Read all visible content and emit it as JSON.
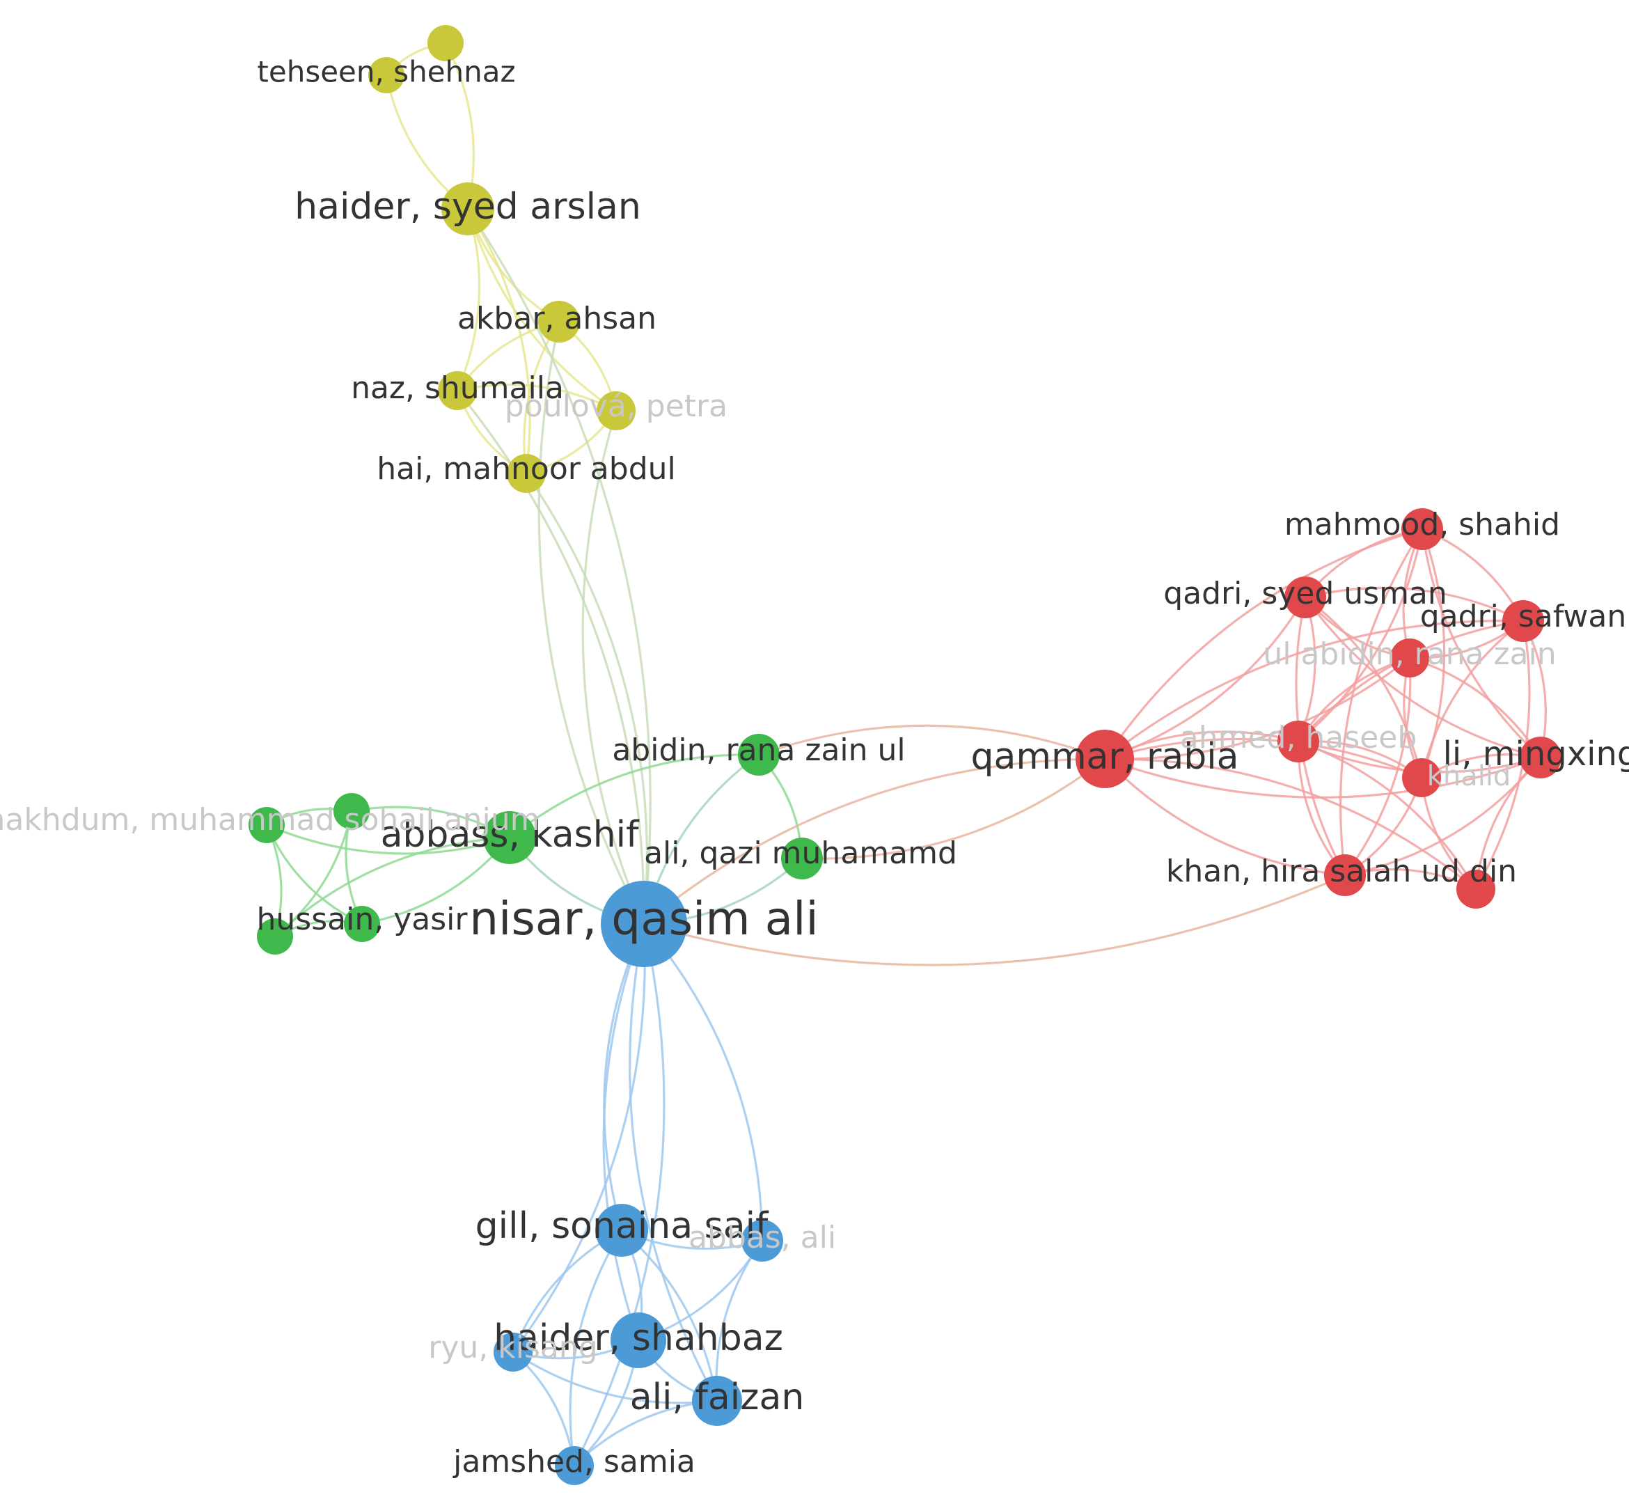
{
  "diagram": {
    "type": "co-authorship network",
    "colors": {
      "yellow": "#c8c83a",
      "green": "#3fb84c",
      "blue": "#4d9bd6",
      "red": "#e0484c",
      "yellow_edge": "#e6e68f",
      "green_edge": "#8fd994",
      "blue_edge": "#9fc8ee",
      "red_edge": "#f2a0a0",
      "label": "#333333",
      "label_faint": "#c8c8c8"
    },
    "nodes": [
      {
        "id": "tehseen",
        "label": "tehseen, shehnaz",
        "cluster": "yellow"
      },
      {
        "id": "y_top",
        "label": "",
        "cluster": "yellow"
      },
      {
        "id": "haider_sa",
        "label": "haider, syed arslan",
        "cluster": "yellow"
      },
      {
        "id": "akbar",
        "label": "akbar, ahsan",
        "cluster": "yellow"
      },
      {
        "id": "naz",
        "label": "naz, shumaila",
        "cluster": "yellow"
      },
      {
        "id": "poulova",
        "label": "poulová, petra",
        "cluster": "yellow",
        "faint": true
      },
      {
        "id": "hai",
        "label": "hai, mahnoor abdul",
        "cluster": "yellow"
      },
      {
        "id": "abidin",
        "label": "abidin, rana zain ul",
        "cluster": "green"
      },
      {
        "id": "abbass",
        "label": "abbass, kashif",
        "cluster": "green"
      },
      {
        "id": "ali_qazi",
        "label": "ali, qazi muhamamd",
        "cluster": "green"
      },
      {
        "id": "makhdum",
        "label": "makhdum, muhammad sohail anjum",
        "cluster": "green",
        "faint": true
      },
      {
        "id": "g_mid",
        "label": "",
        "cluster": "green"
      },
      {
        "id": "hussain",
        "label": "hussain, yasir",
        "cluster": "green"
      },
      {
        "id": "g_low",
        "label": "",
        "cluster": "green"
      },
      {
        "id": "nisar",
        "label": "nisar, qasim ali",
        "cluster": "blue"
      },
      {
        "id": "gill",
        "label": "gill, sonaina saif",
        "cluster": "blue"
      },
      {
        "id": "abbas_ali",
        "label": "abbas, ali",
        "cluster": "blue",
        "faint": true
      },
      {
        "id": "haider_sh",
        "label": "haider, shahbaz",
        "cluster": "blue"
      },
      {
        "id": "ryu",
        "label": "ryu, kisang",
        "cluster": "blue",
        "faint": true
      },
      {
        "id": "ali_faizan",
        "label": "ali, faizan",
        "cluster": "blue"
      },
      {
        "id": "jamshed",
        "label": "jamshed, samia",
        "cluster": "blue"
      },
      {
        "id": "qammar",
        "label": "qammar, rabia",
        "cluster": "red"
      },
      {
        "id": "mahmood",
        "label": "mahmood, shahid",
        "cluster": "red"
      },
      {
        "id": "qadri_su",
        "label": "qadri, syed usman",
        "cluster": "red"
      },
      {
        "id": "qadri_sf",
        "label": "qadri, safwan",
        "cluster": "red"
      },
      {
        "id": "ul_abidin",
        "label": "ul abidin, rana zain",
        "cluster": "red",
        "faint": true
      },
      {
        "id": "ahmed",
        "label": "ahmed, haseeb",
        "cluster": "red",
        "faint": true
      },
      {
        "id": "li",
        "label": "li, mingxing",
        "cluster": "red"
      },
      {
        "id": "r_mid",
        "label": "khalid",
        "cluster": "red",
        "faint": true
      },
      {
        "id": "khan",
        "label": "khan, hira salah ud din",
        "cluster": "red"
      },
      {
        "id": "r_low",
        "label": "",
        "cluster": "red"
      }
    ],
    "edges": [
      [
        "tehseen",
        "y_top"
      ],
      [
        "tehseen",
        "haider_sa"
      ],
      [
        "y_top",
        "haider_sa"
      ],
      [
        "haider_sa",
        "akbar"
      ],
      [
        "haider_sa",
        "naz"
      ],
      [
        "haider_sa",
        "poulova"
      ],
      [
        "haider_sa",
        "hai"
      ],
      [
        "akbar",
        "naz"
      ],
      [
        "akbar",
        "poulova"
      ],
      [
        "akbar",
        "hai"
      ],
      [
        "naz",
        "poulova"
      ],
      [
        "naz",
        "hai"
      ],
      [
        "poulova",
        "hai"
      ],
      [
        "nisar",
        "haider_sa"
      ],
      [
        "nisar",
        "akbar"
      ],
      [
        "nisar",
        "naz"
      ],
      [
        "nisar",
        "poulova"
      ],
      [
        "nisar",
        "hai"
      ],
      [
        "abbass",
        "makhdum"
      ],
      [
        "abbass",
        "g_mid"
      ],
      [
        "abbass",
        "hussain"
      ],
      [
        "abbass",
        "g_low"
      ],
      [
        "makhdum",
        "g_mid"
      ],
      [
        "makhdum",
        "hussain"
      ],
      [
        "makhdum",
        "g_low"
      ],
      [
        "g_mid",
        "hussain"
      ],
      [
        "g_mid",
        "g_low"
      ],
      [
        "hussain",
        "g_low"
      ],
      [
        "abbass",
        "abidin"
      ],
      [
        "abbass",
        "nisar"
      ],
      [
        "abidin",
        "ali_qazi"
      ],
      [
        "abidin",
        "nisar"
      ],
      [
        "ali_qazi",
        "nisar"
      ],
      [
        "nisar",
        "gill"
      ],
      [
        "nisar",
        "abbas_ali"
      ],
      [
        "nisar",
        "haider_sh"
      ],
      [
        "nisar",
        "ryu"
      ],
      [
        "nisar",
        "ali_faizan"
      ],
      [
        "nisar",
        "jamshed"
      ],
      [
        "gill",
        "abbas_ali"
      ],
      [
        "gill",
        "haider_sh"
      ],
      [
        "gill",
        "ryu"
      ],
      [
        "gill",
        "ali_faizan"
      ],
      [
        "gill",
        "jamshed"
      ],
      [
        "abbas_ali",
        "haider_sh"
      ],
      [
        "abbas_ali",
        "ali_faizan"
      ],
      [
        "haider_sh",
        "ryu"
      ],
      [
        "haider_sh",
        "ali_faizan"
      ],
      [
        "haider_sh",
        "jamshed"
      ],
      [
        "ryu",
        "ali_faizan"
      ],
      [
        "ryu",
        "jamshed"
      ],
      [
        "ali_faizan",
        "jamshed"
      ],
      [
        "nisar",
        "qammar"
      ],
      [
        "nisar",
        "khan"
      ],
      [
        "abidin",
        "qammar"
      ],
      [
        "ali_qazi",
        "qammar"
      ],
      [
        "qammar",
        "mahmood"
      ],
      [
        "qammar",
        "qadri_su"
      ],
      [
        "qammar",
        "qadri_sf"
      ],
      [
        "qammar",
        "ul_abidin"
      ],
      [
        "qammar",
        "ahmed"
      ],
      [
        "qammar",
        "li"
      ],
      [
        "qammar",
        "r_mid"
      ],
      [
        "qammar",
        "khan"
      ],
      [
        "qammar",
        "r_low"
      ],
      [
        "mahmood",
        "qadri_su"
      ],
      [
        "mahmood",
        "qadri_sf"
      ],
      [
        "mahmood",
        "ul_abidin"
      ],
      [
        "mahmood",
        "ahmed"
      ],
      [
        "mahmood",
        "li"
      ],
      [
        "mahmood",
        "r_mid"
      ],
      [
        "mahmood",
        "khan"
      ],
      [
        "qadri_su",
        "qadri_sf"
      ],
      [
        "qadri_su",
        "ul_abidin"
      ],
      [
        "qadri_su",
        "ahmed"
      ],
      [
        "qadri_su",
        "li"
      ],
      [
        "qadri_su",
        "r_mid"
      ],
      [
        "qadri_su",
        "khan"
      ],
      [
        "qadri_sf",
        "ul_abidin"
      ],
      [
        "qadri_sf",
        "ahmed"
      ],
      [
        "qadri_sf",
        "li"
      ],
      [
        "qadri_sf",
        "r_mid"
      ],
      [
        "qadri_sf",
        "r_low"
      ],
      [
        "ul_abidin",
        "ahmed"
      ],
      [
        "ul_abidin",
        "li"
      ],
      [
        "ul_abidin",
        "r_mid"
      ],
      [
        "ul_abidin",
        "khan"
      ],
      [
        "ahmed",
        "li"
      ],
      [
        "ahmed",
        "r_mid"
      ],
      [
        "ahmed",
        "khan"
      ],
      [
        "ahmed",
        "r_low"
      ],
      [
        "li",
        "r_mid"
      ],
      [
        "li",
        "khan"
      ],
      [
        "li",
        "r_low"
      ],
      [
        "r_mid",
        "khan"
      ],
      [
        "r_mid",
        "r_low"
      ],
      [
        "khan",
        "r_low"
      ]
    ]
  }
}
